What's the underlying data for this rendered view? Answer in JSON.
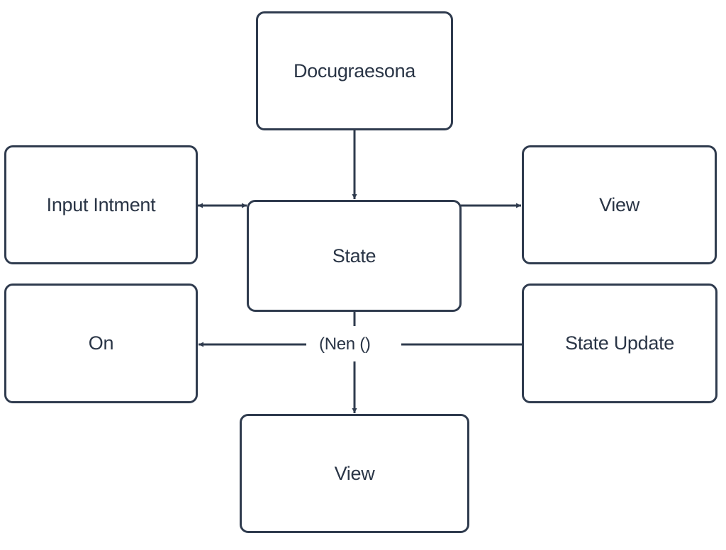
{
  "colors": {
    "stroke": "#2f3b4e",
    "text": "#2a3546",
    "background": "#ffffff"
  },
  "nodes": {
    "top": "Docugraesona",
    "input": "Input Intment",
    "state": "State",
    "view_right": "View",
    "on": "On",
    "state_update": "State Update",
    "view_bottom": "View"
  },
  "edge_label": "(Nen ()"
}
